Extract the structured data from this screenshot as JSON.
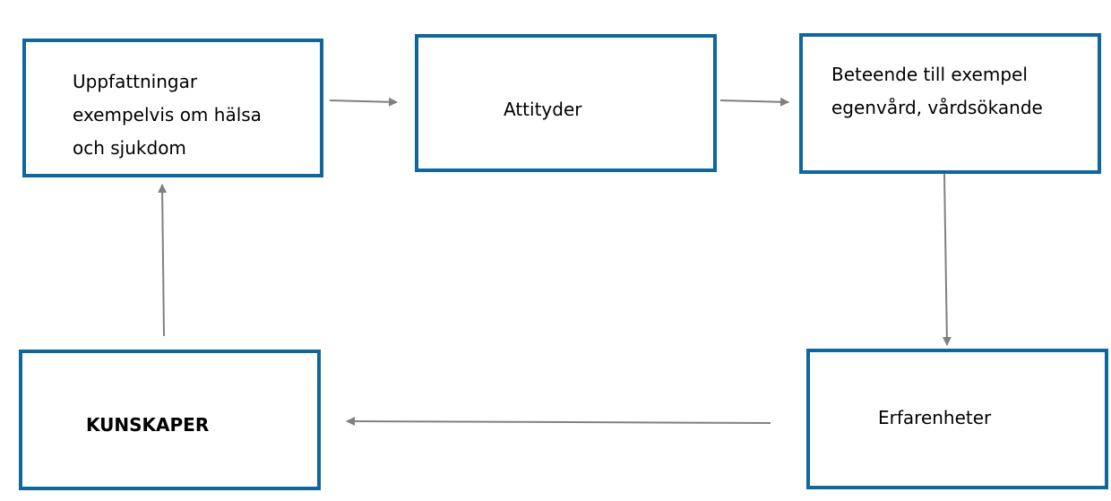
{
  "colors": {
    "box_border": "#10679b",
    "arrow": "#808080"
  },
  "diagram": {
    "boxes": {
      "perceptions": {
        "lines": [
          "Uppfattningar",
          "exempelvis om hälsa",
          "och sjukdom"
        ]
      },
      "attitudes": {
        "lines": [
          "Attityder"
        ]
      },
      "behaviour": {
        "lines": [
          "Beteende till exempel",
          "egenvård, vårdsökande"
        ]
      },
      "knowledge": {
        "lines": [
          "KUNSKAPER"
        ]
      },
      "experiences": {
        "lines": [
          "Erfarenheter"
        ]
      }
    },
    "arrows": [
      {
        "from": "perceptions",
        "to": "attitudes"
      },
      {
        "from": "attitudes",
        "to": "behaviour"
      },
      {
        "from": "behaviour",
        "to": "experiences"
      },
      {
        "from": "experiences",
        "to": "knowledge"
      },
      {
        "from": "knowledge",
        "to": "perceptions"
      }
    ]
  }
}
